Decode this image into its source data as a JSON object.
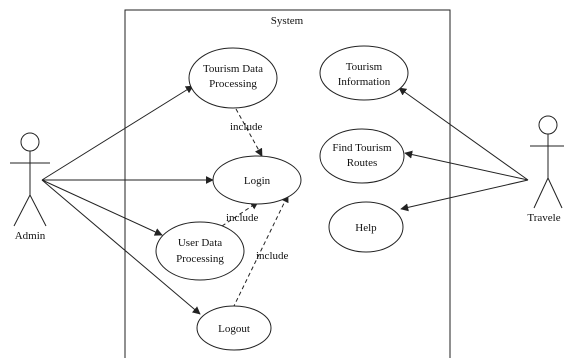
{
  "system": {
    "label": "System"
  },
  "actors": {
    "admin": "Admin",
    "traveler": "Travele"
  },
  "use_cases": {
    "tourism_data_processing": [
      "Tourism Data",
      "Processing"
    ],
    "login": [
      "Login"
    ],
    "user_data_processing": [
      "User Data",
      "Processing"
    ],
    "logout": [
      "Logout"
    ],
    "tourism_information": [
      "Tourism",
      "Information"
    ],
    "find_tourism_routes": [
      "Find Tourism",
      "Routes"
    ],
    "help": [
      "Help"
    ]
  },
  "relations": {
    "include_1": "include",
    "include_2": "include",
    "include_3": "include"
  }
}
